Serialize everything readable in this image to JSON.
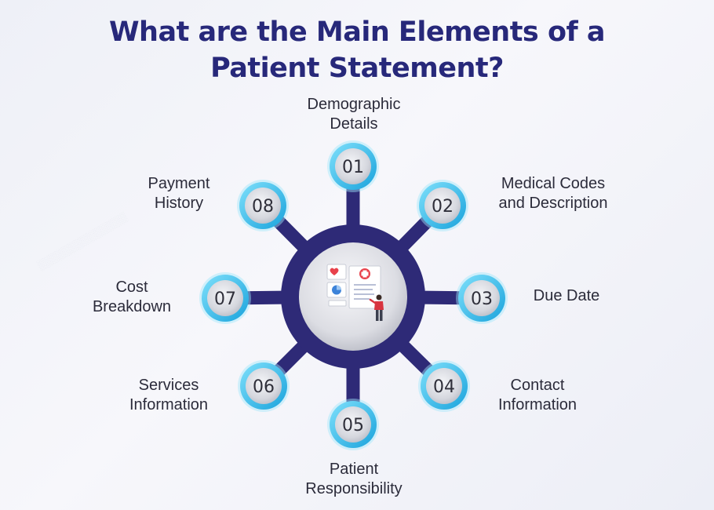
{
  "title": {
    "line1": "What are the Main Elements of a",
    "line2": "Patient Statement?"
  },
  "colors": {
    "title": "#27287a",
    "hub_dark": "#2e2a77",
    "ring_cyan": "#2ab8e8",
    "node_fill": "#d9dbe2"
  },
  "elements": [
    {
      "number": "01",
      "line1": "Demographic",
      "line2": "Details"
    },
    {
      "number": "02",
      "line1": "Medical Codes",
      "line2": "and Description"
    },
    {
      "number": "03",
      "line1": "Due Date",
      "line2": ""
    },
    {
      "number": "04",
      "line1": "Contact",
      "line2": "Information"
    },
    {
      "number": "05",
      "line1": "Patient",
      "line2": "Responsibility"
    },
    {
      "number": "06",
      "line1": "Services",
      "line2": "Information"
    },
    {
      "number": "07",
      "line1": "Cost",
      "line2": "Breakdown"
    },
    {
      "number": "08",
      "line1": "Payment",
      "line2": "History"
    }
  ],
  "center_icon": "medical-statement-illustration-icon"
}
